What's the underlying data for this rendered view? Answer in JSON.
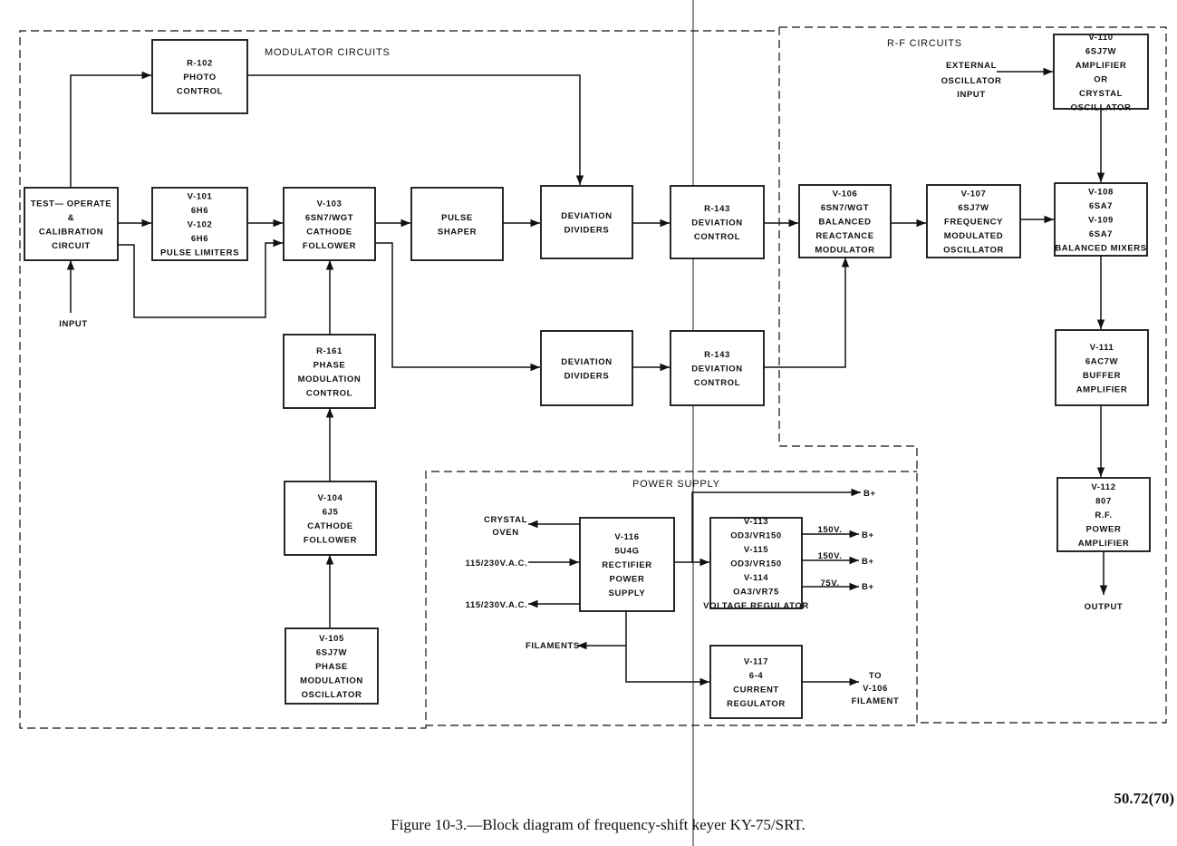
{
  "sections": {
    "modulator": "MODULATOR CIRCUITS",
    "rf": "R-F CIRCUITS",
    "power": "POWER SUPPLY"
  },
  "blocks": {
    "test_operate": [
      "TEST— OPERATE",
      "&",
      "CALIBRATION",
      "CIRCUIT"
    ],
    "r102": [
      "R-102",
      "PHOTO",
      "CONTROL"
    ],
    "v101": [
      "V-101",
      "6H6",
      "V-102",
      "6H6",
      "PULSE LIMITERS"
    ],
    "v103": [
      "V-103",
      "6SN7/WGT",
      "CATHODE",
      "FOLLOWER"
    ],
    "pulse_shaper": [
      "PULSE",
      "SHAPER"
    ],
    "dev_div_1": [
      "DEVIATION",
      "DIVIDERS"
    ],
    "r143_1": [
      "R-143",
      "DEVIATION",
      "CONTROL"
    ],
    "v106": [
      "V-106",
      "6SN7/WGT",
      "BALANCED",
      "REACTANCE",
      "MODULATOR"
    ],
    "v107": [
      "V-107",
      "6SJ7W",
      "FREQUENCY",
      "MODULATED",
      "OSCILLATOR"
    ],
    "v110": [
      "V-110",
      "6SJ7W",
      "AMPLIFIER",
      "OR",
      "CRYSTAL",
      "OSCILLATOR"
    ],
    "v108": [
      "V-108",
      "6SA7",
      "V-109",
      "6SA7",
      "BALANCED   MIXERS"
    ],
    "r161": [
      "R-161",
      "PHASE",
      "MODULATION",
      "CONTROL"
    ],
    "dev_div_2": [
      "DEVIATION",
      "DIVIDERS"
    ],
    "r143_2": [
      "R-143",
      "DEVIATION",
      "CONTROL"
    ],
    "v111": [
      "V-111",
      "6AC7W",
      "BUFFER",
      "AMPLIFIER"
    ],
    "v104": [
      "V-104",
      "6J5",
      "CATHODE",
      "FOLLOWER"
    ],
    "v105": [
      "V-105",
      "6SJ7W",
      "PHASE",
      "MODULATION",
      "OSCILLATOR"
    ],
    "v112": [
      "V-112",
      "807",
      "R.F.",
      "POWER",
      "AMPLIFIER"
    ],
    "v116": [
      "V-116",
      "5U4G",
      "RECTIFIER",
      "POWER",
      "SUPPLY"
    ],
    "v113": [
      "V-113",
      "OD3/VR150",
      "V-115",
      "OD3/VR150",
      "V-114",
      "OA3/VR75",
      "VOLTAGE  REGULATOR"
    ],
    "v117": [
      "V-117",
      "6-4",
      "CURRENT",
      "REGULATOR"
    ]
  },
  "labels": {
    "input": "INPUT",
    "external": [
      "EXTERNAL",
      "OSCILLATOR",
      "INPUT"
    ],
    "output": "OUTPUT",
    "crystal_oven": [
      "CRYSTAL",
      "OVEN"
    ],
    "ac_in_1": "115/230V.A.C.",
    "ac_in_2": "115/230V.A.C.",
    "filaments": "FILAMENTS",
    "b_plus_1": "B+",
    "b_plus_2": "B+",
    "b_plus_3": "B+",
    "b_plus_4": "B+",
    "v150_1": "150V.",
    "v150_2": "150V.",
    "v75": "75V.",
    "to_v106": [
      "TO",
      "V-106",
      "FILAMENT"
    ]
  },
  "caption": "Figure 10-3.—Block diagram of frequency-shift keyer KY-75/SRT.",
  "figure_ref": "50.72(70)"
}
